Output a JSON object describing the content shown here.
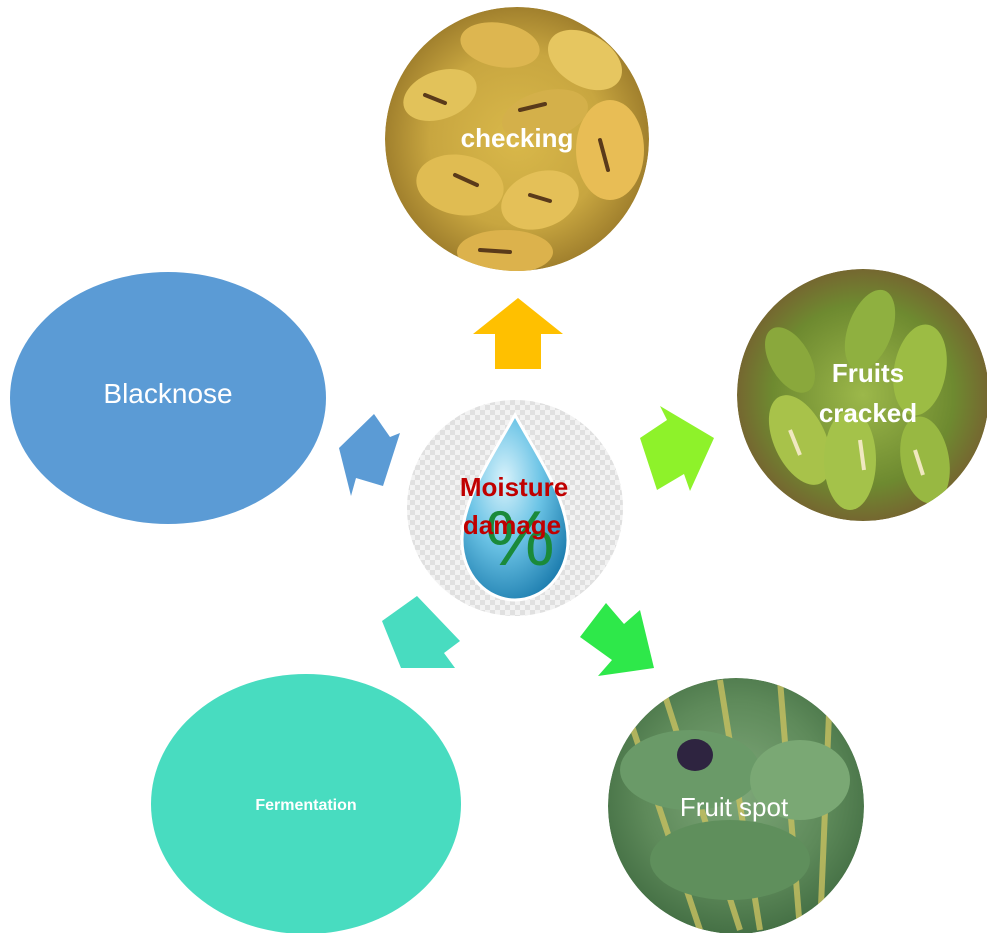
{
  "center": {
    "title_line1": "Moisture",
    "title_line2": "damage",
    "symbol": "%",
    "icon": "water-drop-icon"
  },
  "nodes": {
    "checking": {
      "label": "checking",
      "image": "yellow-dates-with-checking-photo"
    },
    "fruits_cracked": {
      "label_line1": "Fruits",
      "label_line2": "cracked",
      "image": "green-cracked-dates-photo"
    },
    "fruit_spot": {
      "label": "Fruit spot",
      "image": "green-dates-bunch-with-spot-photo"
    },
    "fermentation": {
      "label": "Fermentation"
    },
    "blacknose": {
      "label": "Blacknose"
    }
  },
  "colors": {
    "blacknose_fill": "#5b9bd5",
    "fermentation_fill": "#48dcc0",
    "arrow_up": "#ffc000",
    "arrow_right": "#8ef22a",
    "arrow_down_right": "#2ee84a",
    "arrow_down_left": "#48dcc0",
    "arrow_left": "#5b9bd5",
    "center_text": "#c00000",
    "percent": "#1a8a3a"
  }
}
